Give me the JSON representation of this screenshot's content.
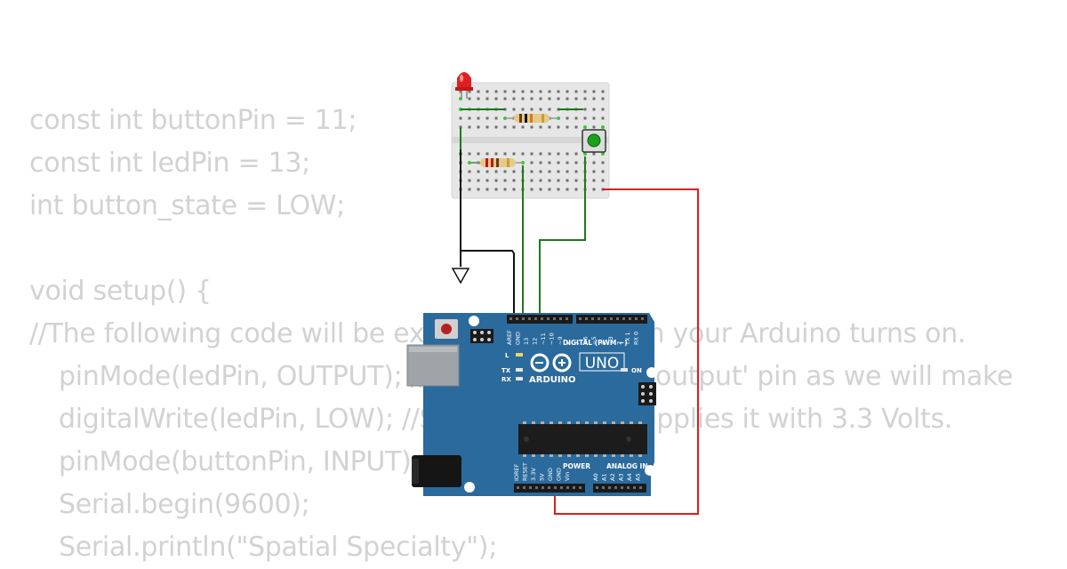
{
  "code_lines": [
    {
      "indent": 0,
      "text": "const int buttonPin = 11;"
    },
    {
      "indent": 0,
      "text": "const int ledPin = 13;"
    },
    {
      "indent": 0,
      "text": "int button_state = LOW;"
    },
    {
      "indent": 0,
      "text": ""
    },
    {
      "indent": 0,
      "text": "void setup() {"
    },
    {
      "indent": 0,
      "text": "//The following code will be executed once when your Arduino turns on."
    },
    {
      "indent": 1,
      "text": "pinMode(ledPin, OUTPUT); //Set pin 13 as an 'output' pin as we will make"
    },
    {
      "indent": 1,
      "text": "digitalWrite(ledPin, LOW); //Sets the pin 13/supplies it with 3.3 Volts."
    },
    {
      "indent": 1,
      "text": "pinMode(buttonPin, INPUT);"
    },
    {
      "indent": 1,
      "text": "Serial.begin(9600);"
    },
    {
      "indent": 1,
      "text": "Serial.println(\"Spatial Specialty\");"
    }
  ],
  "board": {
    "model": "UNO",
    "brand": "ARDUINO",
    "digital_header": "DIGITAL (PWM ~)",
    "on_label": "ON",
    "l_label": "L",
    "tx_label": "TX",
    "rx_label": "RX",
    "power_label": "POWER",
    "analog_label": "ANALOG IN",
    "top_pin_labels": [
      "AREF",
      "GND",
      "13",
      "12",
      "~11",
      "~10",
      "~9",
      "8",
      "7",
      "~6",
      "~5",
      "4",
      "~3",
      "2",
      "TX 1",
      "RX 0"
    ],
    "bottom_pin_labels": [
      "IOREF",
      "RESET",
      "3.3V",
      "5V",
      "GND",
      "GND",
      "Vin",
      "A0",
      "A1",
      "A2",
      "A3",
      "A4",
      "A5"
    ]
  },
  "colors": {
    "code_text": "#d2d2d2",
    "board": "#2b6a9c",
    "breadboard": "#e8e8e8",
    "wire_green": "#1d7a1d",
    "wire_red": "#dd1e1e",
    "wire_black": "#111111",
    "led": "#e02020",
    "button_cap": "#1aa01a"
  }
}
